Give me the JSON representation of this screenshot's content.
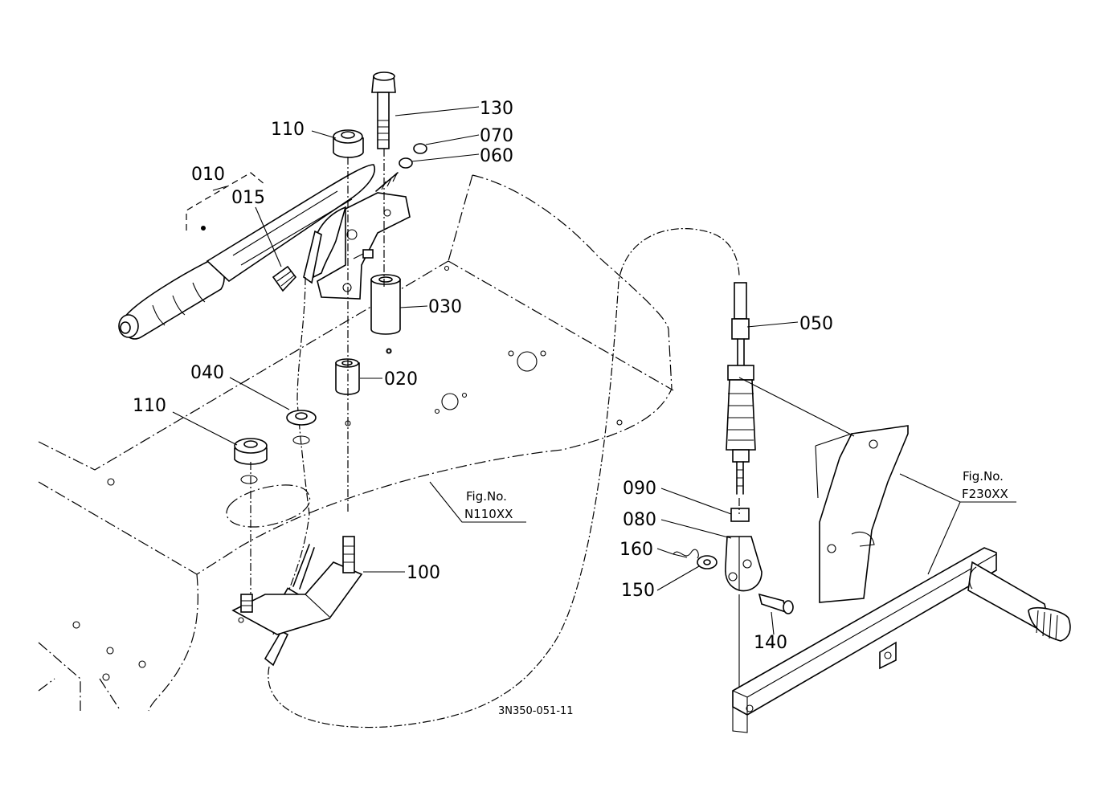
{
  "diagram_id": "3N350-051-11",
  "callouts": [
    {
      "part": "010"
    },
    {
      "part": "015"
    },
    {
      "part": "020"
    },
    {
      "part": "030"
    },
    {
      "part": "040"
    },
    {
      "part": "050"
    },
    {
      "part": "060"
    },
    {
      "part": "070"
    },
    {
      "part": "080"
    },
    {
      "part": "090"
    },
    {
      "part": "100"
    },
    {
      "part": "110"
    },
    {
      "part": "110"
    },
    {
      "part": "130"
    },
    {
      "part": "140"
    },
    {
      "part": "150"
    },
    {
      "part": "160"
    }
  ],
  "figure_refs": [
    {
      "line1": "Fig.No.",
      "line2": "N110XX"
    },
    {
      "line1": "Fig.No.",
      "line2": "F230XX"
    }
  ],
  "icons": [
    "parking-brake-lever-icon",
    "cable-icon",
    "bracket-icon",
    "collar-icon",
    "nut-icon",
    "bolt-icon",
    "clevis-icon",
    "pin-icon"
  ]
}
